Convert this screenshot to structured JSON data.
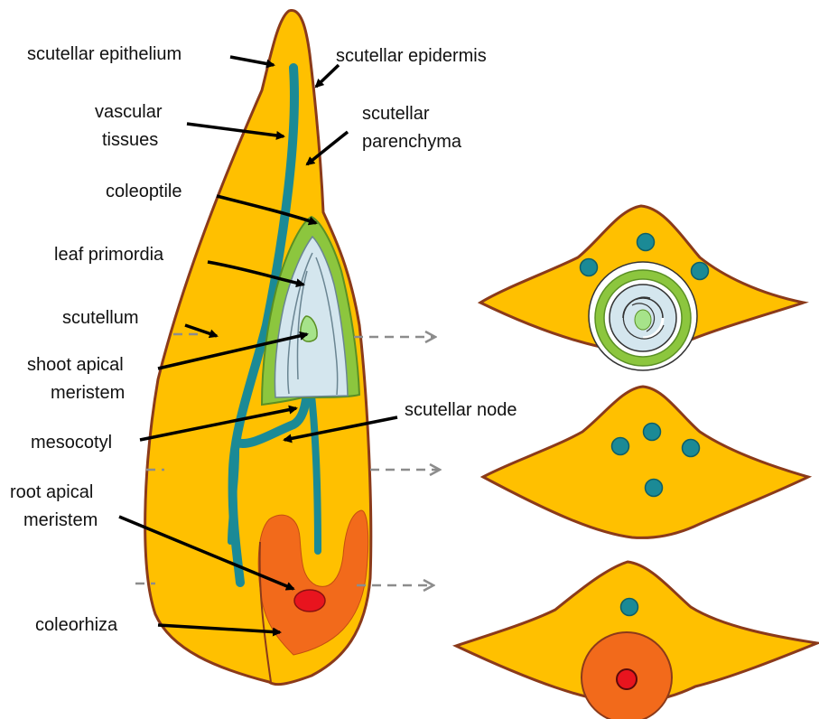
{
  "labels": {
    "scutellar_epithelium": "scutellar epithelium",
    "scutellar_epidermis": "scutellar epidermis",
    "vascular_line1": "vascular",
    "vascular_line2": "tissues",
    "parenchyma_line1": "scutellar",
    "parenchyma_line2": "parenchyma",
    "coleoptile": "coleoptile",
    "leaf_primordia": "leaf primordia",
    "scutellum": "scutellum",
    "shoot_line1": "shoot apical",
    "shoot_line2": "meristem",
    "scutellar_node": "scutellar node",
    "mesocotyl": "mesocotyl",
    "root_line1": "root apical",
    "root_line2": "meristem",
    "coleorhiza": "coleorhiza"
  },
  "colors": {
    "scutellum_fill": "#ffc000",
    "outline": "#8b3a1a",
    "vascular": "#1b8a96",
    "coleoptile": "#8cc63e",
    "leaf_primordia": "#d4e6ee",
    "shoot_meristem": "#a6e38a",
    "coleorhiza": "#f26a1b",
    "root_meristem": "#e8141e",
    "section_arrow": "#8c8c8c"
  }
}
